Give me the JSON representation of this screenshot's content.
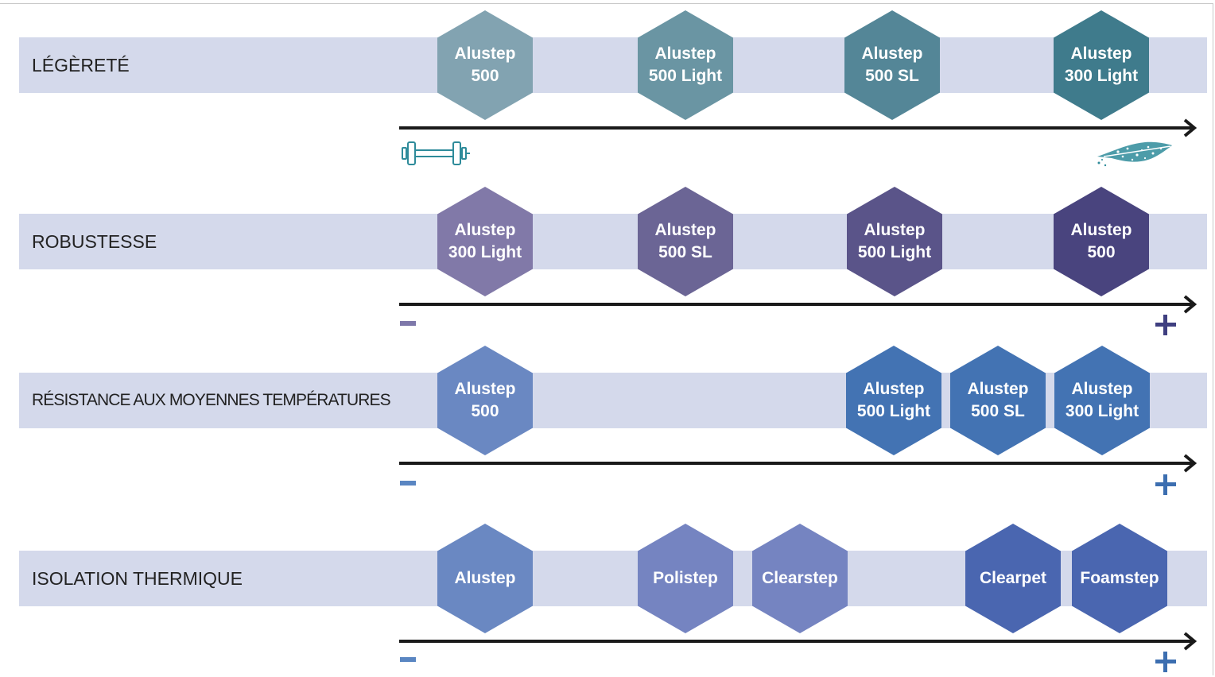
{
  "colors": {
    "band": "#d4d9eb",
    "arrow": "#1a1a1a",
    "teal_icon": "#2e8b9a",
    "purple_minus": "#7e78aa",
    "dark_plus": "#3f3f80",
    "blue_minus": "#5a86c2",
    "blue_plus": "#3c6eb0"
  },
  "rows": [
    {
      "label": "LÉGÈRETÉ",
      "left_marker": "dumbbell-icon",
      "right_marker": "feather-icon",
      "items": [
        {
          "line1": "Alustep",
          "line2": "500",
          "color": "#82a3b1"
        },
        {
          "line1": "Alustep",
          "line2": "500 Light",
          "color": "#6a95a3"
        },
        {
          "line1": "Alustep",
          "line2": "500 SL",
          "color": "#548697"
        },
        {
          "line1": "Alustep",
          "line2": "300 Light",
          "color": "#3f7b8c"
        }
      ]
    },
    {
      "label": "ROBUSTESSE",
      "left_marker": "minus-icon",
      "right_marker": "plus-icon",
      "items": [
        {
          "line1": "Alustep",
          "line2": "300 Light",
          "color": "#8179a8"
        },
        {
          "line1": "Alustep",
          "line2": "500 SL",
          "color": "#6b6595"
        },
        {
          "line1": "Alustep",
          "line2": "500 Light",
          "color": "#5a5489"
        },
        {
          "line1": "Alustep",
          "line2": "500",
          "color": "#49447e"
        }
      ]
    },
    {
      "label": "RÉSISTANCE AUX MOYENNES TEMPÉRATURES",
      "left_marker": "minus-icon",
      "right_marker": "plus-icon",
      "items": [
        {
          "line1": "Alustep",
          "line2": "500",
          "color": "#6a88c2"
        },
        {
          "line1": "Alustep",
          "line2": "500 Light",
          "color": "#4373b3"
        },
        {
          "line1": "Alustep",
          "line2": "500 SL",
          "color": "#4373b3"
        },
        {
          "line1": "Alustep",
          "line2": "300 Light",
          "color": "#4373b3"
        }
      ]
    },
    {
      "label": "ISOLATION THERMIQUE",
      "left_marker": "minus-icon",
      "right_marker": "plus-icon",
      "items": [
        {
          "line1": "Alustep",
          "line2": "",
          "color": "#6a88c2"
        },
        {
          "line1": "Polistep",
          "line2": "",
          "color": "#7584c1"
        },
        {
          "line1": "Clearstep",
          "line2": "",
          "color": "#7584c1"
        },
        {
          "line1": "Clearpet",
          "line2": "",
          "color": "#4a66b0"
        },
        {
          "line1": "Foamstep",
          "line2": "",
          "color": "#4a66b0"
        }
      ]
    }
  ]
}
